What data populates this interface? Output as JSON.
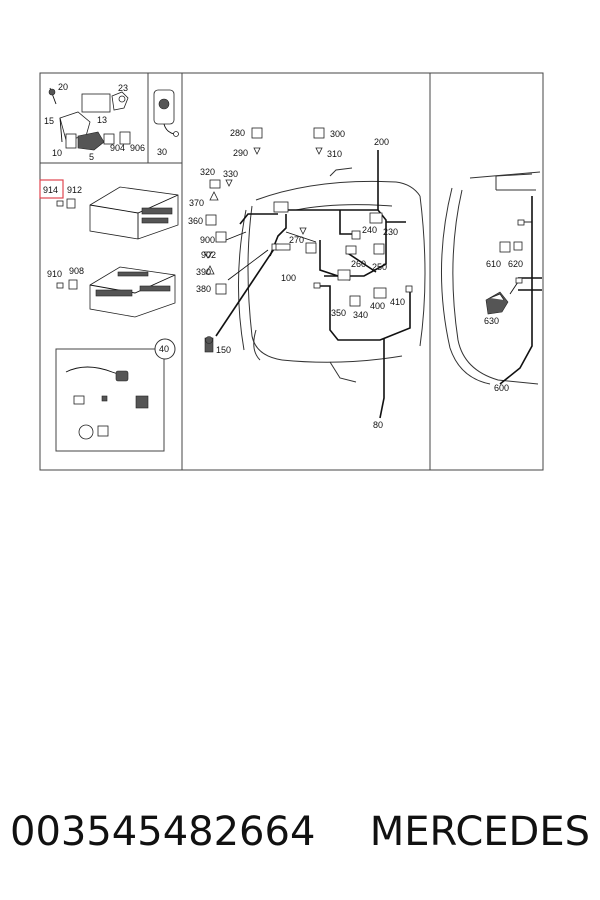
{
  "callouts": {
    "c20": "20",
    "c23": "23",
    "c15": "15",
    "c13": "13",
    "c10": "10",
    "c5": "5",
    "c904": "904",
    "c906": "906",
    "c30": "30",
    "c914": "914",
    "c912": "912",
    "c910": "910",
    "c908": "908",
    "c40": "40",
    "c280": "280",
    "c300": "300",
    "c290": "290",
    "c310": "310",
    "c200": "200",
    "c320": "320",
    "c330": "330",
    "c370": "370",
    "c360": "360",
    "c240": "240",
    "c230": "230",
    "c900": "900",
    "c270": "270",
    "c902": "902",
    "c260": "260",
    "c250": "250",
    "c390": "390",
    "c100": "100",
    "c380": "380",
    "c400": "400",
    "c410": "410",
    "c350": "350",
    "c340": "340",
    "c150": "150",
    "c80": "80",
    "c610": "610",
    "c620": "620",
    "c630": "630",
    "c600": "600"
  },
  "highlight": {
    "callout": "914",
    "color": "#e0454f"
  },
  "footer": {
    "part_number": "003545482664",
    "brand": "MERCEDES"
  }
}
